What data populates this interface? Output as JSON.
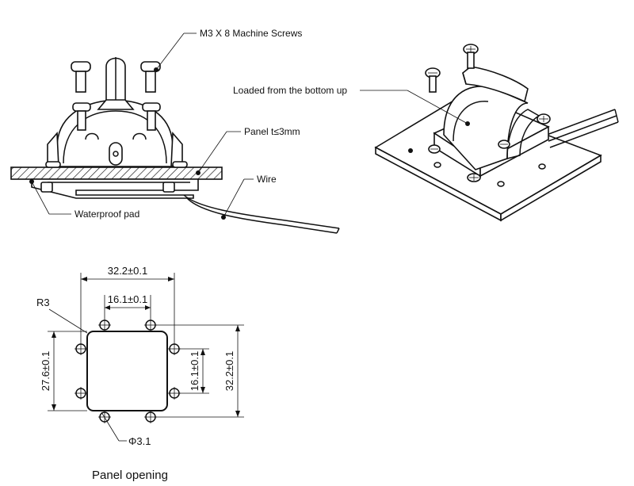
{
  "callouts": {
    "screws": "M3 X 8 Machine Screws",
    "panel": "Panel t≤3mm",
    "wire": "Wire",
    "pad": "Waterproof pad",
    "loaded": "Loaded from the bottom up"
  },
  "drawing": {
    "title": "Panel opening",
    "dim_width_outer": "32.2±0.1",
    "dim_width_inner": "16.1±0.1",
    "dim_height_outer": "32.2±0.1",
    "dim_height_inner": "16.1±0.1",
    "dim_height_opening": "27.6±0.1",
    "radius": "R3",
    "hole": "Φ3.1"
  }
}
